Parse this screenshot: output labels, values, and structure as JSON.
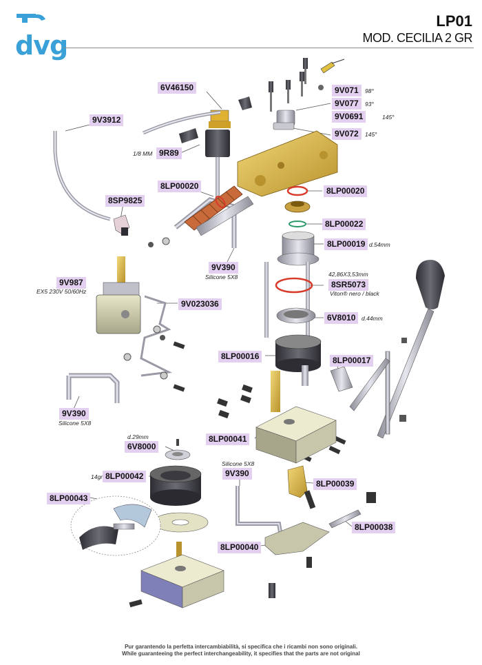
{
  "header": {
    "logo": "dvg",
    "title": "LP01",
    "subtitle": "MOD. CECILIA 2 GR"
  },
  "parts": {
    "p6V46150": "6V46150",
    "p9V071": "9V071",
    "p9V077": "9V077",
    "p9V0691": "9V0691",
    "p9V072": "9V072",
    "p9V3912": "9V3912",
    "p9R89": "9R89",
    "p8LP00020a": "8LP00020",
    "p8LP00020b": "8LP00020",
    "p8SP9825": "8SP9825",
    "p8LP00022": "8LP00022",
    "p8LP00019": "8LP00019",
    "p9V390a": "9V390",
    "p9V987": "9V987",
    "p8SR5073": "8SR5073",
    "p9V023036": "9V023036",
    "p6V8010": "6V8010",
    "p8LP00016": "8LP00016",
    "p8LP00017": "8LP00017",
    "p9V390b": "9V390",
    "p8LP00041": "8LP00041",
    "p6V8000": "6V8000",
    "p9V390c": "9V390",
    "p8LP00042": "8LP00042",
    "p8LP00039": "8LP00039",
    "p8LP00043": "8LP00043",
    "p8LP00038": "8LP00038",
    "p8LP00040": "8LP00040"
  },
  "notes": {
    "n98": "98°",
    "n93": "93°",
    "n145a": "145°",
    "n145b": "145°",
    "n18mm": "1/8 MM",
    "nd54": "d.54mm",
    "nsil1": "Silicone 5X8",
    "nex5": "EX5 230V 50/60Hz",
    "n4286": "42,86X3,53mm",
    "nviton": "Viton® nero / black",
    "nd44": "d.44mm",
    "nsil2": "Silicone 5X8",
    "nd29": "d.29mm",
    "nsil3": "Silicone 5X8",
    "n14gr": "14gr"
  },
  "footer": {
    "line_it": "Pur garantendo la perfetta intercambiabilità, si specifica che i ricambi non sono originali.",
    "line_en": "While guaranteeing the perfect interchangeability, it specifies that the parts are not original"
  },
  "colors": {
    "brand": "#3aa0d8",
    "label_bg": "#e3cff0",
    "brass": "#d9b84a",
    "steel": "#b9b9c4",
    "gasket": "#d83a2a"
  }
}
